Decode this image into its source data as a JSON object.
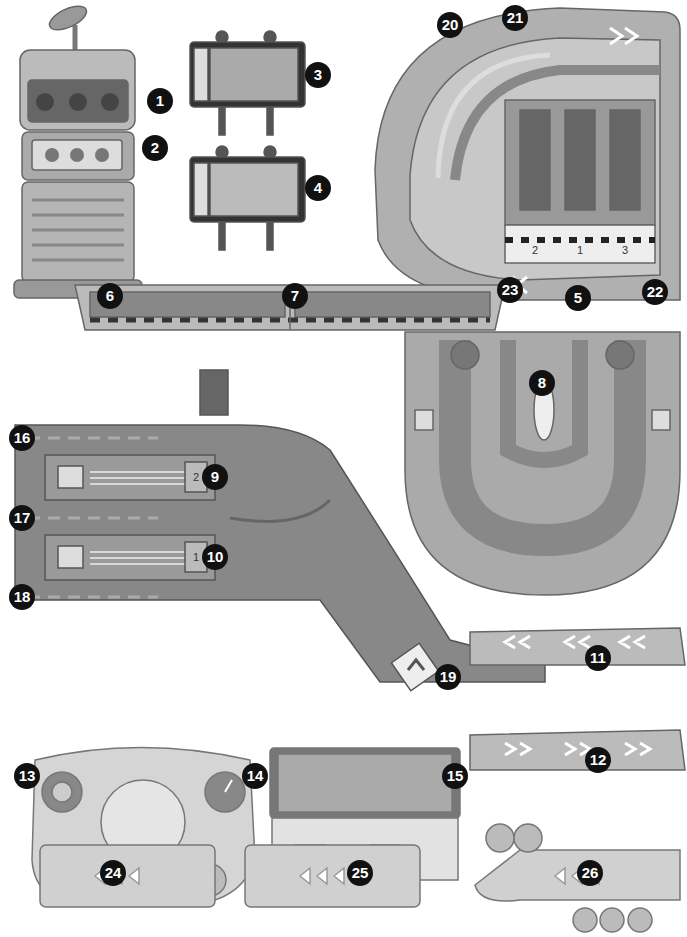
{
  "diagram": {
    "labels": [
      "1",
      "3",
      "20",
      "21",
      "2",
      "4",
      "22",
      "23",
      "5",
      "6",
      "7",
      "8",
      "16",
      "9",
      "17",
      "10",
      "18",
      "19",
      "11",
      "12",
      "13",
      "14",
      "15",
      "24",
      "25",
      "26",
      "2",
      "1",
      "3",
      "2",
      "1"
    ]
  }
}
